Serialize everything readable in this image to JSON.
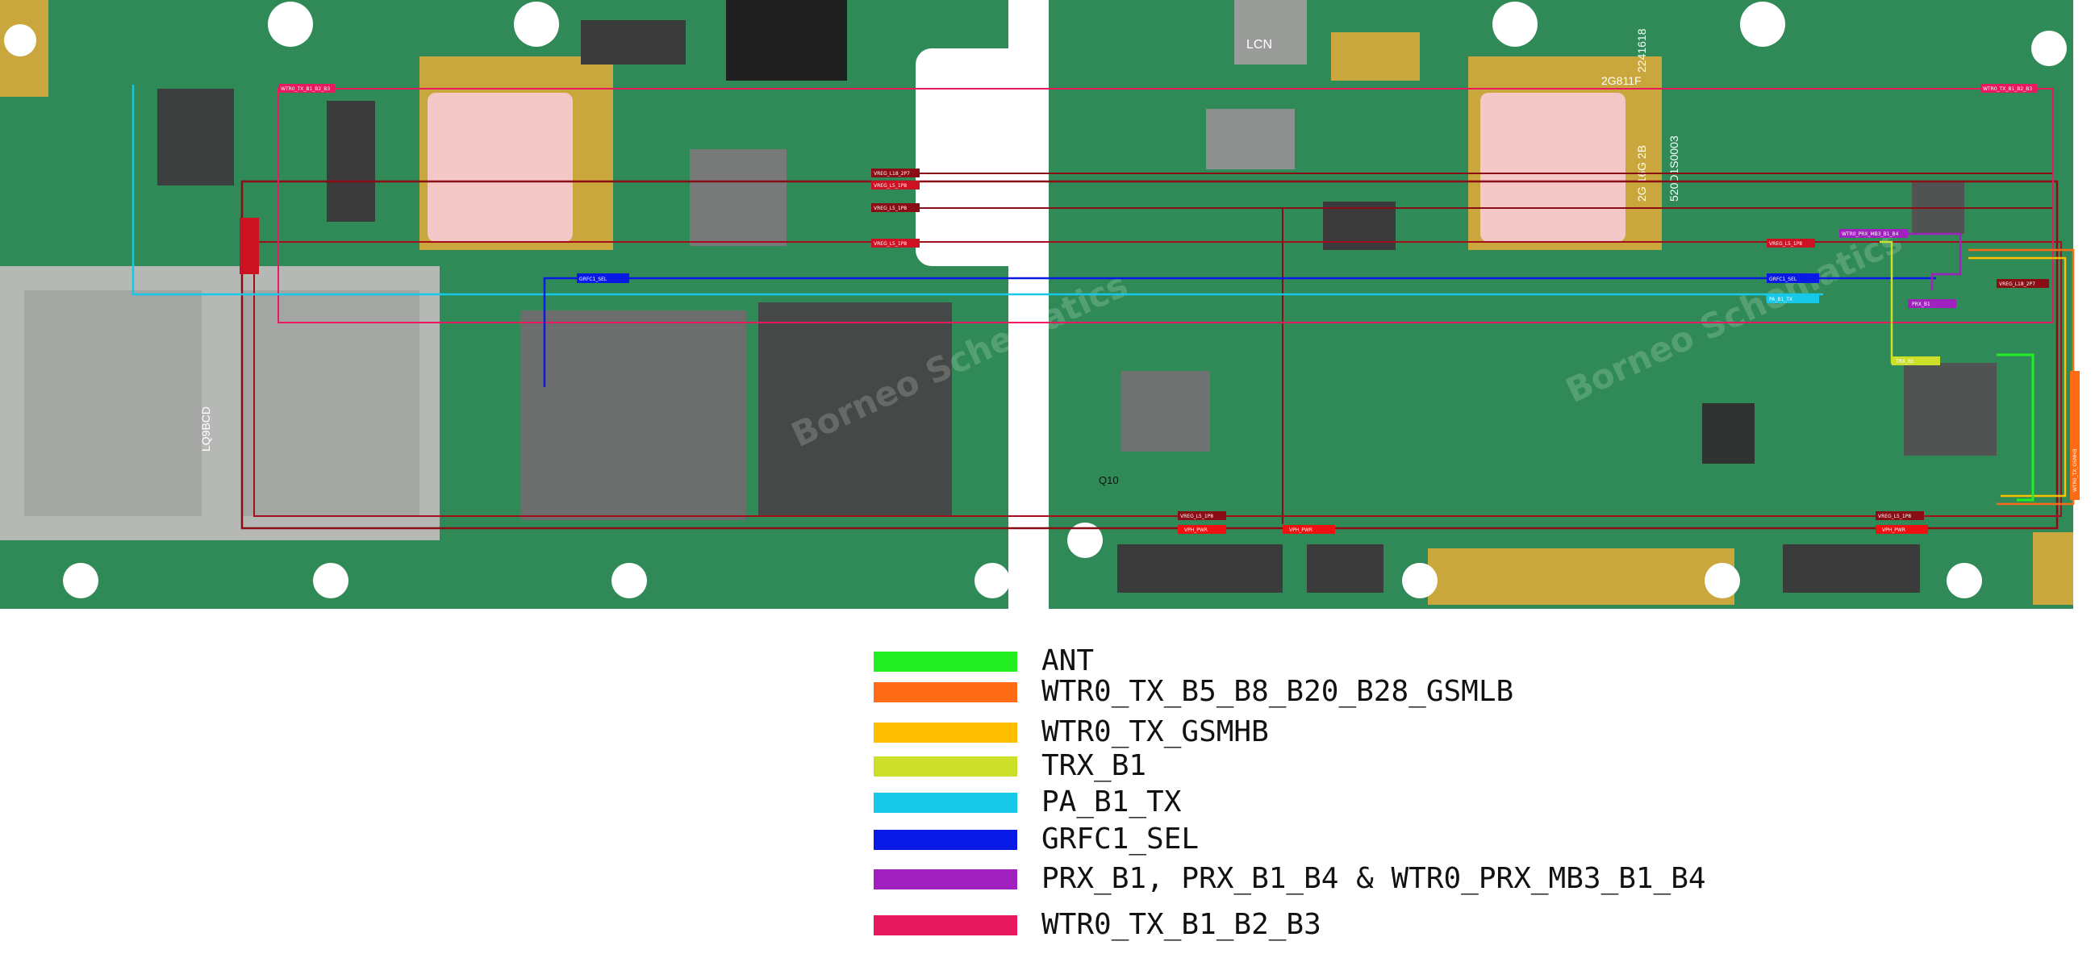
{
  "board": {
    "background_color": "#2e8b5a",
    "chip_labels": [
      "LCN",
      "Q10",
      "2G811F",
      "2241618",
      "2G 16G 2B",
      "520D1S0003",
      "LQ9BCD"
    ],
    "watermark": "Borneo Schematics",
    "net_tags": [
      "WTR0_TX_B1_B2_B3",
      "WTR0_TX_B1_B2_B3",
      "VREG_L18_2P7",
      "VREG_L5_1P8",
      "VREG_L5_1P8",
      "VREG_L5_1P8",
      "GRFC1_SEL",
      "GRFC1_SEL",
      "PA_B1_TX",
      "WTR0_PRX_MB3_B1_B4",
      "PRX_B1",
      "TRX_B1",
      "VREG_L18_2P7",
      "VREG_L5_1P8",
      "VREG_L5_1P8",
      "VREG_L5_1P8",
      "VPH_PWR",
      "VPH_PWR",
      "VPH_PWR",
      "WTR0_TX_GSMHB"
    ]
  },
  "legend": [
    {
      "label": "ANT",
      "color": "#22ee22"
    },
    {
      "label": "WTR0_TX_B5_B8_B20_B28_GSMLB",
      "color": "#ff6a14"
    },
    {
      "label": "WTR0_TX_GSMHB",
      "color": "#ffbe00"
    },
    {
      "label": "TRX_B1",
      "color": "#cce02a"
    },
    {
      "label": "PA_B1_TX",
      "color": "#18c8e8"
    },
    {
      "label": "GRFC1_SEL",
      "color": "#0a1ae6"
    },
    {
      "label": "PRX_B1, PRX_B1_B4 & WTR0_PRX_MB3_B1_B4",
      "color": "#a020c0"
    },
    {
      "label": "WTR0_TX_B1_B2_B3",
      "color": "#e8195e"
    }
  ]
}
